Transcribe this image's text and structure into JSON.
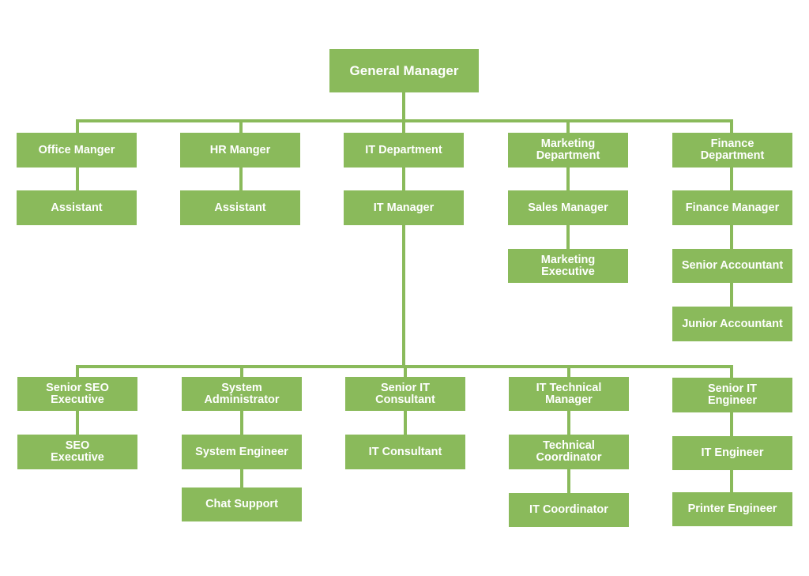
{
  "colors": {
    "box": "#8aba5b",
    "text": "#ffffff",
    "background": "#ffffff"
  },
  "nodes": {
    "general_manager": "General Manager",
    "office_manger": "Office Manger",
    "office_assistant": "Assistant",
    "hr_manger": "HR Manger",
    "hr_assistant": "Assistant",
    "it_department": "IT Department",
    "it_manager": "IT Manager",
    "marketing_department": "Marketing\nDepartment",
    "sales_manager": "Sales Manager",
    "marketing_executive": "Marketing\nExecutive",
    "finance_department": "Finance\nDepartment",
    "finance_manager": "Finance Manager",
    "senior_accountant": "Senior Accountant",
    "junior_accountant": "Junior Accountant",
    "senior_seo_executive": "Senior SEO\nExecutive",
    "seo_executive": "SEO\nExecutive",
    "system_administrator": "System\nAdministrator",
    "system_engineer": "System Engineer",
    "chat_support": "Chat Support",
    "senior_it_consultant": "Senior IT\nConsultant",
    "it_consultant": "IT Consultant",
    "it_technical_manager": "IT Technical\nManager",
    "technical_coordinator": "Technical\nCoordinator",
    "it_coordinator": "IT Coordinator",
    "senior_it_engineer": "Senior IT\nEngineer",
    "it_engineer": "IT Engineer",
    "printer_engineer": "Printer Engineer"
  }
}
